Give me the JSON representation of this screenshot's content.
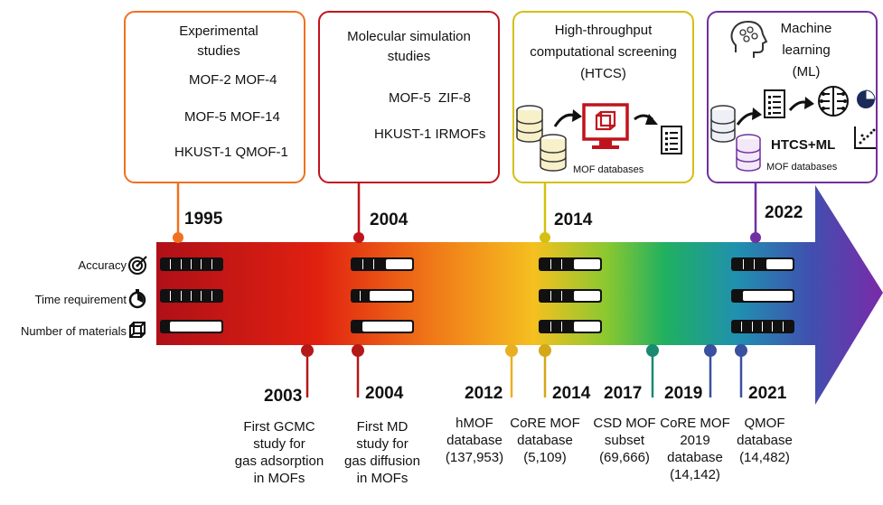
{
  "boxes": {
    "experimental": {
      "title1": "Experimental",
      "title2": "studies",
      "line1": "MOF-2 MOF-4",
      "line2": "MOF-5 MOF-14",
      "line3": "HKUST-1 QMOF-1",
      "color": "#f07020"
    },
    "molecular": {
      "title1": "Molecular simulation",
      "title2": "studies",
      "line1": "MOF-5  ZIF-8",
      "line2": "HKUST-1 IRMOFs",
      "color": "#c0141c"
    },
    "htcs": {
      "title1": "High-throughput",
      "title2": "computational screening",
      "title3": "(HTCS)",
      "db_label": "MOF databases",
      "color": "#d4c010"
    },
    "ml": {
      "title1": "Machine",
      "title2": "learning",
      "title3": "(ML)",
      "combo": "HTCS+ML",
      "db_label": "MOF databases",
      "color": "#7030a0"
    }
  },
  "top_years": [
    "1995",
    "2004",
    "2014",
    "2022"
  ],
  "row_labels": {
    "accuracy": "Accuracy",
    "time": "Time requirement",
    "materials": "Number of materials"
  },
  "meters": {
    "1995": {
      "accuracy": 1.0,
      "time": 1.0,
      "materials": 0.12
    },
    "2004": {
      "accuracy": 0.55,
      "time": 0.28,
      "materials": 0.15
    },
    "2014": {
      "accuracy": 0.55,
      "time": 0.55,
      "materials": 0.55
    },
    "2022": {
      "accuracy": 0.55,
      "time": 0.15,
      "materials": 1.0
    }
  },
  "bottom_events": [
    {
      "year": "2003",
      "text": [
        "First GCMC",
        "study for",
        "gas adsorption",
        "in MOFs"
      ],
      "color": "#b41818"
    },
    {
      "year": "2004",
      "text": [
        "First MD",
        "study for",
        "gas diffusion",
        "in MOFs"
      ],
      "color": "#b41818"
    },
    {
      "year": "2012",
      "text": [
        "hMOF",
        "database",
        "(137,953)"
      ],
      "color": "#e8b020"
    },
    {
      "year": "2014",
      "text": [
        "CoRE MOF",
        "database",
        "(5,109)"
      ],
      "color": "#d4a818"
    },
    {
      "year": "2017",
      "text": [
        "CSD MOF",
        "subset",
        "(69,666)"
      ],
      "color": "#1a8a70"
    },
    {
      "year": "2019",
      "text": [
        "CoRE MOF",
        "2019",
        "database",
        "(14,142)"
      ],
      "color": "#3a50a0"
    },
    {
      "year": "2021",
      "text": [
        "QMOF",
        "database",
        "(14,482)"
      ],
      "color": "#3a50a0"
    }
  ],
  "icons": [
    "flask-icon",
    "test-tubes-icon",
    "monitor-crystal-icon",
    "database-icon",
    "document-icon",
    "brain-head-icon",
    "neural-brain-icon",
    "pie-chart-icon",
    "scatter-plot-icon",
    "target-icon",
    "stopwatch-icon",
    "cube-icon"
  ]
}
